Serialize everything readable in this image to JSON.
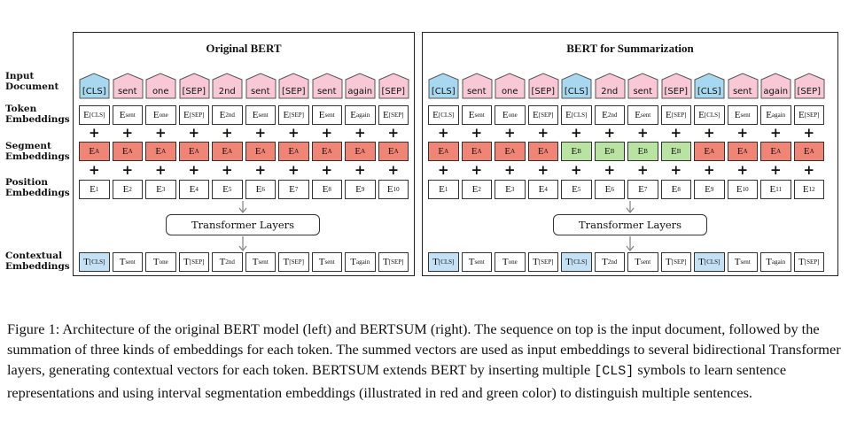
{
  "row_labels": {
    "input": [
      "Input",
      "Document"
    ],
    "token": [
      "Token",
      "Embeddings"
    ],
    "segment": [
      "Segment",
      "Embeddings"
    ],
    "position": [
      "Position",
      "Embeddings"
    ],
    "context": [
      "Contextual",
      "Embeddings"
    ]
  },
  "colors": {
    "input_cls": "#a8d8f0",
    "input_tok": "#f8c8d6",
    "segment_a": "#f08475",
    "segment_b": "#b9e3a0",
    "context_cls": "#c3e0f4"
  },
  "left": {
    "title": "Original BERT",
    "transformer_label": "Transformer Layers",
    "input": [
      "[CLS]",
      "sent",
      "one",
      "[SEP]",
      "2nd",
      "sent",
      "[SEP]",
      "sent",
      "again",
      "[SEP]"
    ],
    "token": [
      [
        "E",
        "[CLS]"
      ],
      [
        "E",
        "sent"
      ],
      [
        "E",
        "one"
      ],
      [
        "E",
        "[SEP]"
      ],
      [
        "E",
        "2nd"
      ],
      [
        "E",
        "sent"
      ],
      [
        "E",
        "[SEP]"
      ],
      [
        "E",
        "sent"
      ],
      [
        "E",
        "again"
      ],
      [
        "E",
        "[SEP]"
      ]
    ],
    "segment": [
      [
        "E",
        "A"
      ],
      [
        "E",
        "A"
      ],
      [
        "E",
        "A"
      ],
      [
        "E",
        "A"
      ],
      [
        "E",
        "A"
      ],
      [
        "E",
        "A"
      ],
      [
        "E",
        "A"
      ],
      [
        "E",
        "A"
      ],
      [
        "E",
        "A"
      ],
      [
        "E",
        "A"
      ]
    ],
    "position": [
      [
        "E",
        "1"
      ],
      [
        "E",
        "2"
      ],
      [
        "E",
        "3"
      ],
      [
        "E",
        "4"
      ],
      [
        "E",
        "5"
      ],
      [
        "E",
        "6"
      ],
      [
        "E",
        "7"
      ],
      [
        "E",
        "8"
      ],
      [
        "E",
        "9"
      ],
      [
        "E",
        "10"
      ]
    ],
    "context": [
      [
        "T",
        "[CLS]"
      ],
      [
        "T",
        "sent"
      ],
      [
        "T",
        "one"
      ],
      [
        "T",
        "[SEP]"
      ],
      [
        "T",
        "2nd"
      ],
      [
        "T",
        "sent"
      ],
      [
        "T",
        "[SEP]"
      ],
      [
        "T",
        "sent"
      ],
      [
        "T",
        "again"
      ],
      [
        "T",
        "[SEP]"
      ]
    ]
  },
  "right": {
    "title": "BERT for Summarization",
    "transformer_label": "Transformer Layers",
    "input": [
      "[CLS]",
      "sent",
      "one",
      "[SEP]",
      "[CLS]",
      "2nd",
      "sent",
      "[SEP]",
      "[CLS]",
      "sent",
      "again",
      "[SEP]"
    ],
    "token": [
      [
        "E",
        "[CLS]"
      ],
      [
        "E",
        "sent"
      ],
      [
        "E",
        "one"
      ],
      [
        "E",
        "[SEP]"
      ],
      [
        "E",
        "[CLS]"
      ],
      [
        "E",
        "2nd"
      ],
      [
        "E",
        "sent"
      ],
      [
        "E",
        "[SEP]"
      ],
      [
        "E",
        "[CLS]"
      ],
      [
        "E",
        "sent"
      ],
      [
        "E",
        "again"
      ],
      [
        "E",
        "[SEP]"
      ]
    ],
    "segment": [
      [
        "E",
        "A"
      ],
      [
        "E",
        "A"
      ],
      [
        "E",
        "A"
      ],
      [
        "E",
        "A"
      ],
      [
        "E",
        "B"
      ],
      [
        "E",
        "B"
      ],
      [
        "E",
        "B"
      ],
      [
        "E",
        "B"
      ],
      [
        "E",
        "A"
      ],
      [
        "E",
        "A"
      ],
      [
        "E",
        "A"
      ],
      [
        "E",
        "A"
      ]
    ],
    "position": [
      [
        "E",
        "1"
      ],
      [
        "E",
        "2"
      ],
      [
        "E",
        "3"
      ],
      [
        "E",
        "4"
      ],
      [
        "E",
        "5"
      ],
      [
        "E",
        "6"
      ],
      [
        "E",
        "7"
      ],
      [
        "E",
        "8"
      ],
      [
        "E",
        "9"
      ],
      [
        "E",
        "10"
      ],
      [
        "E",
        "11"
      ],
      [
        "E",
        "12"
      ]
    ],
    "context": [
      [
        "T",
        "[CLS]"
      ],
      [
        "T",
        "sent"
      ],
      [
        "T",
        "one"
      ],
      [
        "T",
        "[SEP]"
      ],
      [
        "T",
        "[CLS]"
      ],
      [
        "T",
        "2nd"
      ],
      [
        "T",
        "sent"
      ],
      [
        "T",
        "[SEP]"
      ],
      [
        "T",
        "[CLS]"
      ],
      [
        "T",
        "sent"
      ],
      [
        "T",
        "again"
      ],
      [
        "T",
        "[SEP]"
      ]
    ]
  },
  "caption": {
    "lead": "Figure 1:  Architecture of the original ",
    "bert1": "BERT",
    "mid1": " model (left) and ",
    "bertsum1": "BERTSUM",
    "mid2": " (right). The sequence on top is the input document, followed by the summation of three kinds of embeddings for each token. The summed vectors are used as input embeddings to several bidirectional Transformer layers, generating contextual vectors for each token. ",
    "bertsum2": "BERTSUM",
    "mid3": " extends ",
    "bert2": "BERT",
    "mid4": " by inserting multiple ",
    "cls": "[CLS]",
    "tail": " symbols to learn sentence representations and using interval segmentation embeddings (illustrated in red and green color) to distinguish multiple sentences."
  }
}
